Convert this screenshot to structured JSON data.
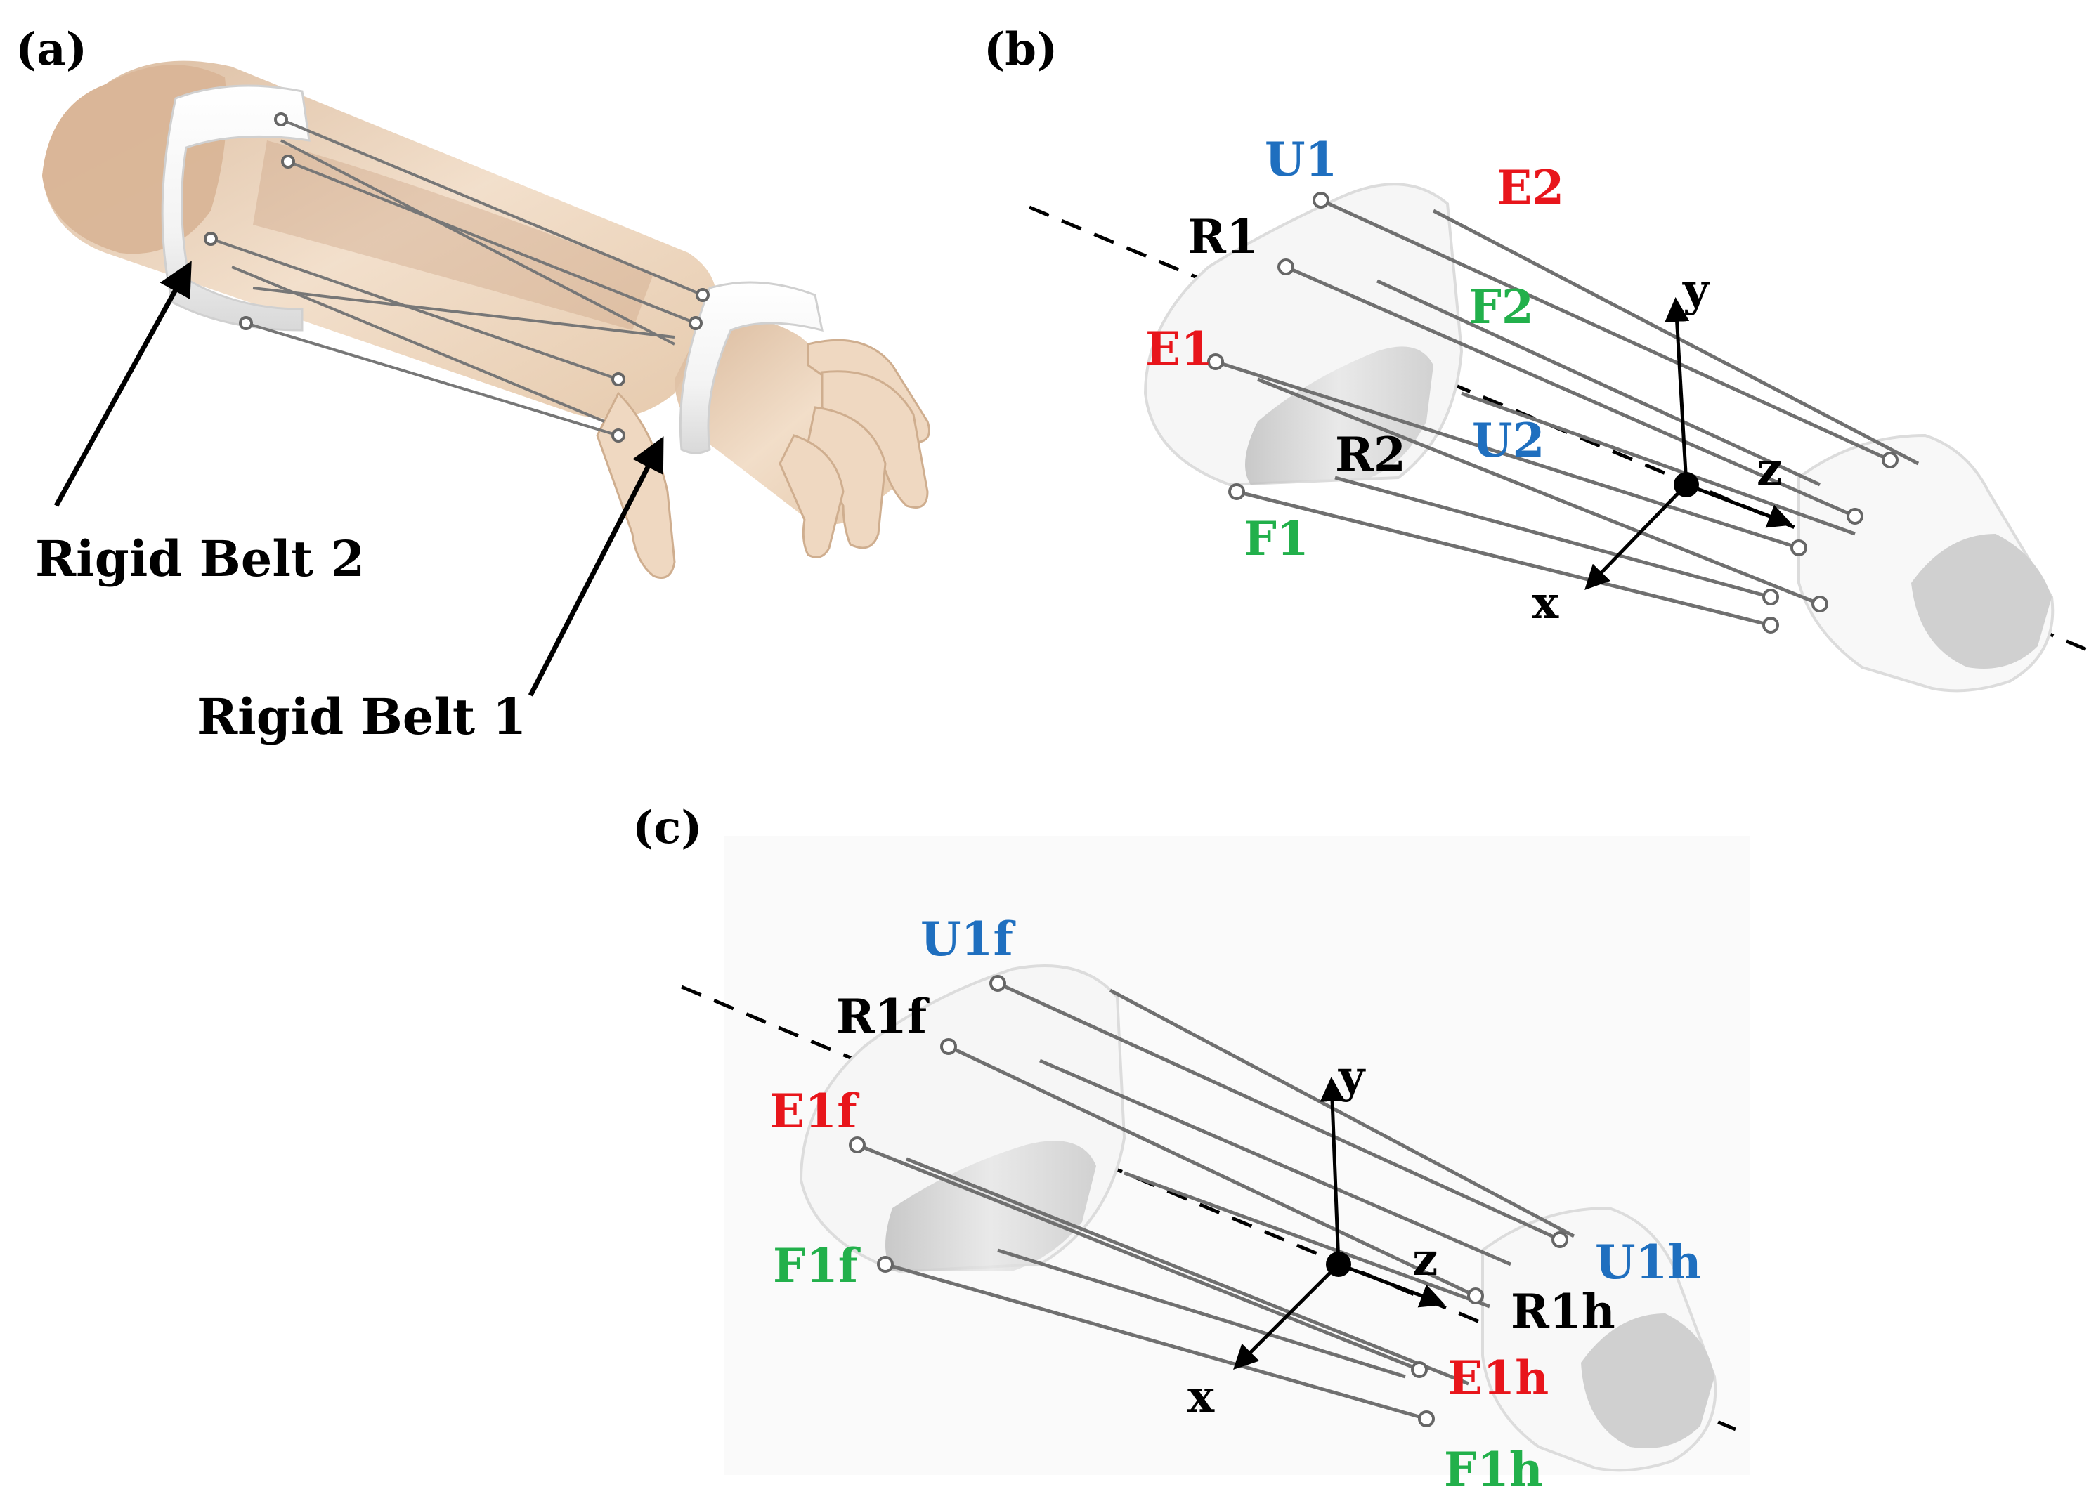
{
  "panels": {
    "a": {
      "label": "(a)",
      "callouts": {
        "belt2": "Rigid Belt 2",
        "belt1": "Rigid Belt 1"
      }
    },
    "b": {
      "label": "(b)",
      "cable_labels": {
        "U1": "U1",
        "E2": "E2",
        "R1": "R1",
        "F2": "F2",
        "E1": "E1",
        "U2": "U2",
        "R2": "R2",
        "F1": "F1"
      },
      "axes": {
        "x": "x",
        "y": "y",
        "z": "z"
      }
    },
    "c": {
      "label": "(c)",
      "cable_labels": {
        "U1f": "U1f",
        "R1f": "R1f",
        "E1f": "E1f",
        "F1f": "F1f",
        "U1h": "U1h",
        "R1h": "R1h",
        "E1h": "E1h",
        "F1h": "F1h"
      },
      "axes": {
        "x": "x",
        "y": "y",
        "z": "z"
      }
    }
  },
  "colors": {
    "black": "#000000",
    "blue": "#1f6fbf",
    "red": "#e8151b",
    "green": "#22b04b",
    "skin": "#e9cdb0",
    "belt": "#ffffff",
    "cable": "#6e6e6e"
  }
}
